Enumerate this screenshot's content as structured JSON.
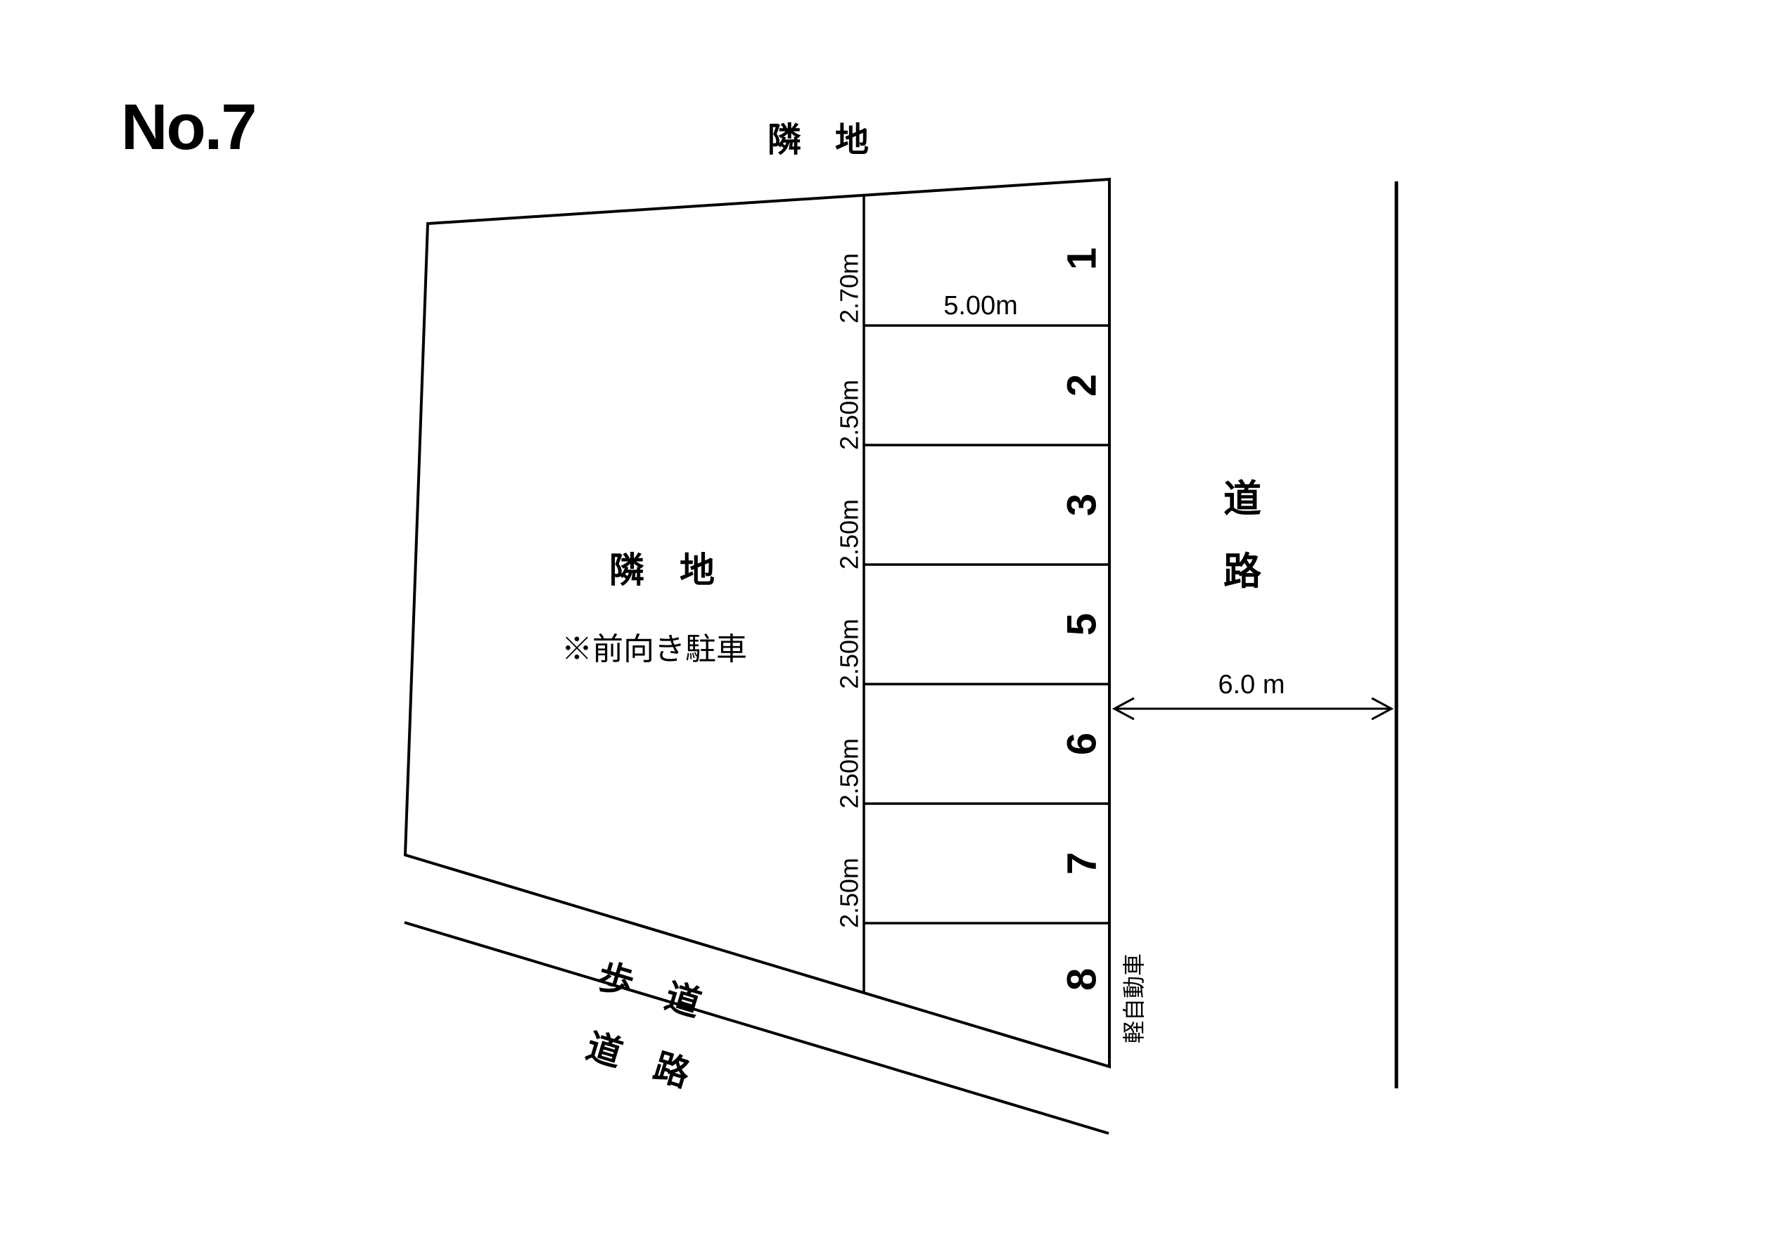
{
  "page": {
    "title": "No.7",
    "background": "#ffffff",
    "line_color": "#000000"
  },
  "labels": {
    "neighbor_top": "隣　地",
    "neighbor_center": "隣　地",
    "parking_note": "※前向き駐車",
    "road_right_char1": "道",
    "road_right_char2": "路",
    "road_width": "6.0 m",
    "stall_length": "5.00m",
    "sidewalk": "歩　道",
    "road_bottom": "道　路",
    "kei_car": "軽自動車"
  },
  "spaces": [
    {
      "no": "1",
      "depth": "2.70m"
    },
    {
      "no": "2",
      "depth": "2.50m"
    },
    {
      "no": "3",
      "depth": "2.50m"
    },
    {
      "no": "5",
      "depth": "2.50m"
    },
    {
      "no": "6",
      "depth": "2.50m"
    },
    {
      "no": "7",
      "depth": "2.50m"
    },
    {
      "no": "8",
      "depth": ""
    }
  ]
}
